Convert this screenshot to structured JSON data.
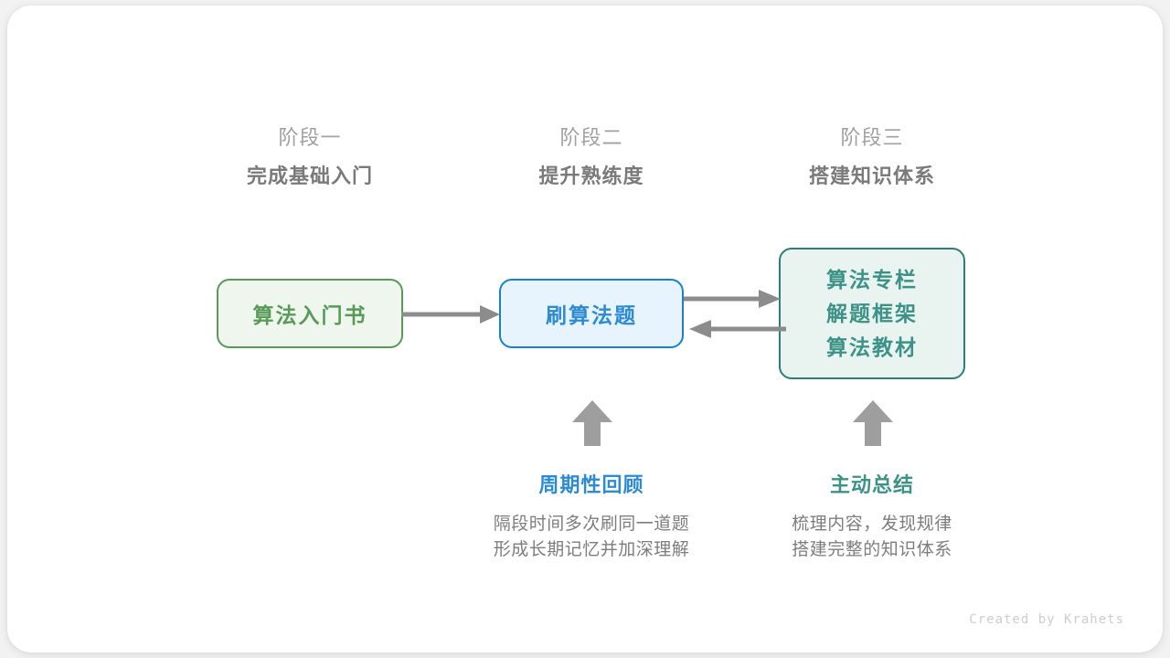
{
  "colors": {
    "green": "#589a58",
    "blue": "#2d8bd4",
    "teal": "#3c9287",
    "arrow_gray": "#8c8c8c",
    "muted_gray": "#a0a0a0",
    "title_gray": "#7a7a7a",
    "body_gray": "#7d7d7d",
    "credit_gray": "#cdcdcd",
    "page_bg": "#ffffff"
  },
  "stages": [
    {
      "label": "阶段一",
      "title": "完成基础入门"
    },
    {
      "label": "阶段二",
      "title": "提升熟练度"
    },
    {
      "label": "阶段三",
      "title": "搭建知识体系"
    }
  ],
  "nodes": {
    "book": {
      "label": "算法入门书"
    },
    "practice": {
      "label": "刷算法题"
    },
    "knowledge": {
      "lines": [
        "算法专栏",
        "解题框架",
        "算法教材"
      ]
    }
  },
  "notes": [
    {
      "title": "周期性回顾",
      "lines": [
        "隔段时间多次刷同一道题",
        "形成长期记忆并加深理解"
      ]
    },
    {
      "title": "主动总结",
      "lines": [
        "梳理内容，发现规律",
        "搭建完整的知识体系"
      ]
    }
  ],
  "footer": {
    "credit": "Created by Krahets"
  }
}
